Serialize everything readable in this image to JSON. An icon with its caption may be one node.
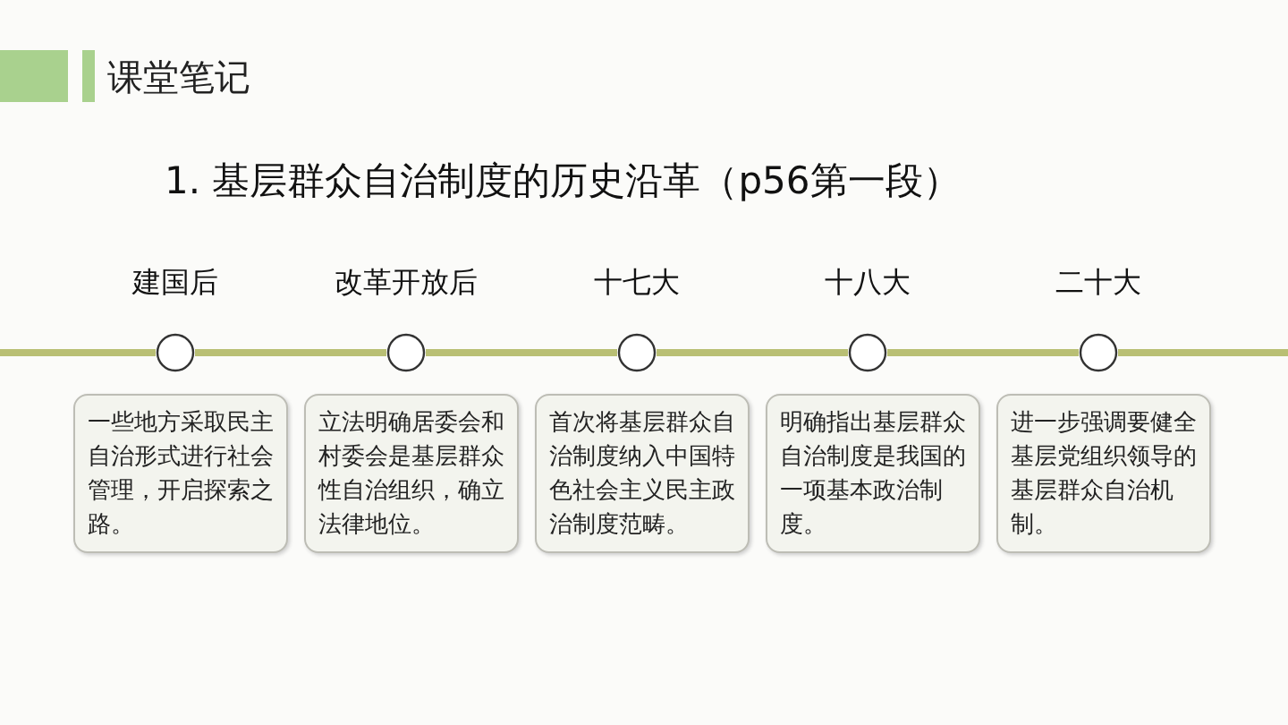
{
  "diagram": {
    "title": "1. 基层群众自治制度的历史沿革（p56第一段）",
    "nodes": [
      {
        "text": [],
        "shape": "circle",
        "beside": [
          "建国后"
        ]
      },
      {
        "text": [],
        "shape": "circle",
        "beside": [
          "改革开放后"
        ]
      },
      {
        "text": [],
        "shape": "circle",
        "beside": [
          "十七大"
        ]
      },
      {
        "text": [],
        "shape": "circle",
        "beside": [
          "十八大"
        ]
      },
      {
        "text": [],
        "shape": "circle",
        "beside": [
          "二十大"
        ]
      },
      {
        "text": [
          "一些地方采取民主自治形式进行社会管理，开启探索之路。"
        ]
      },
      {
        "text": [
          "立法明确居委会和村委会是基层群众性自治组织，确立法律地位。"
        ]
      },
      {
        "text": [
          "首次将基层群众自治制度纳入中国特色社会主义民主政治制度范畴。"
        ]
      },
      {
        "text": [
          "明确指出基层群众自治制度是我国的一项基本政治制度。"
        ]
      },
      {
        "text": [
          "进一步强调要健全基层党组织领导的基层群众自治机制。"
        ]
      }
    ],
    "edges": [
      {
        "from": 0,
        "to": 1,
        "arrow": "none"
      },
      {
        "from": 1,
        "to": 2,
        "arrow": "none"
      },
      {
        "from": 2,
        "to": 3,
        "arrow": "none"
      },
      {
        "from": 3,
        "to": 4,
        "arrow": "none"
      }
    ],
    "labels": [
      "课堂笔记"
    ]
  }
}
